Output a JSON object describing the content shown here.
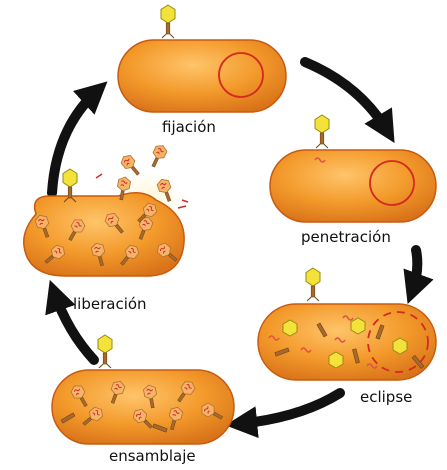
{
  "stages": {
    "fijacion": "fijación",
    "penetracion": "penetración",
    "eclipse": "eclipse",
    "ensamblaje": "ensamblaje",
    "liberacion": "liberación"
  },
  "colors": {
    "cell_fill": "#f39a2b",
    "cell_edge": "#c95a10",
    "arrow": "#111111",
    "phage_head": "#f2e23a",
    "phage_tail": "#a86a2c",
    "dna": "#d42a20"
  }
}
